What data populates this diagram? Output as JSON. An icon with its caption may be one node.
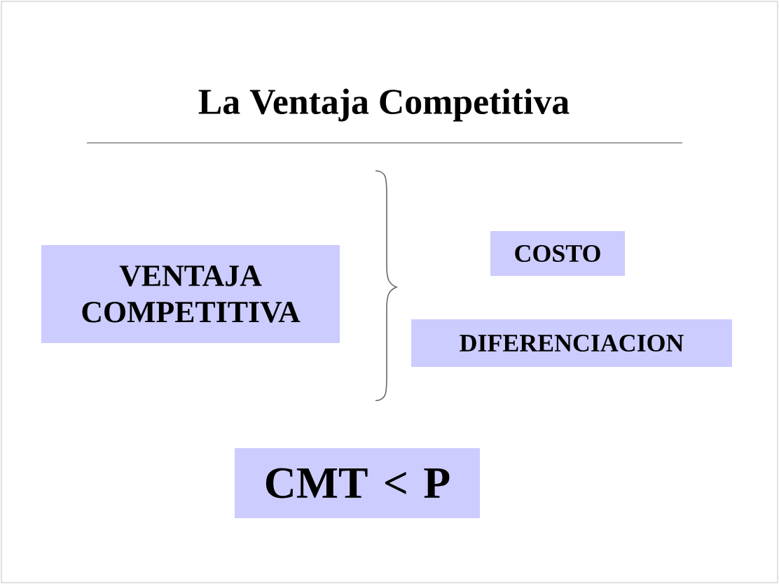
{
  "diagram": {
    "title": "La Ventaja Competitiva",
    "nodes": [
      {
        "text": [
          "VENTAJA COMPETITIVA"
        ]
      },
      {
        "text": [
          "COSTO"
        ]
      },
      {
        "text": [
          "DIFERENCIACION"
        ]
      },
      {
        "text": [
          "CMT  <  P"
        ]
      }
    ]
  }
}
